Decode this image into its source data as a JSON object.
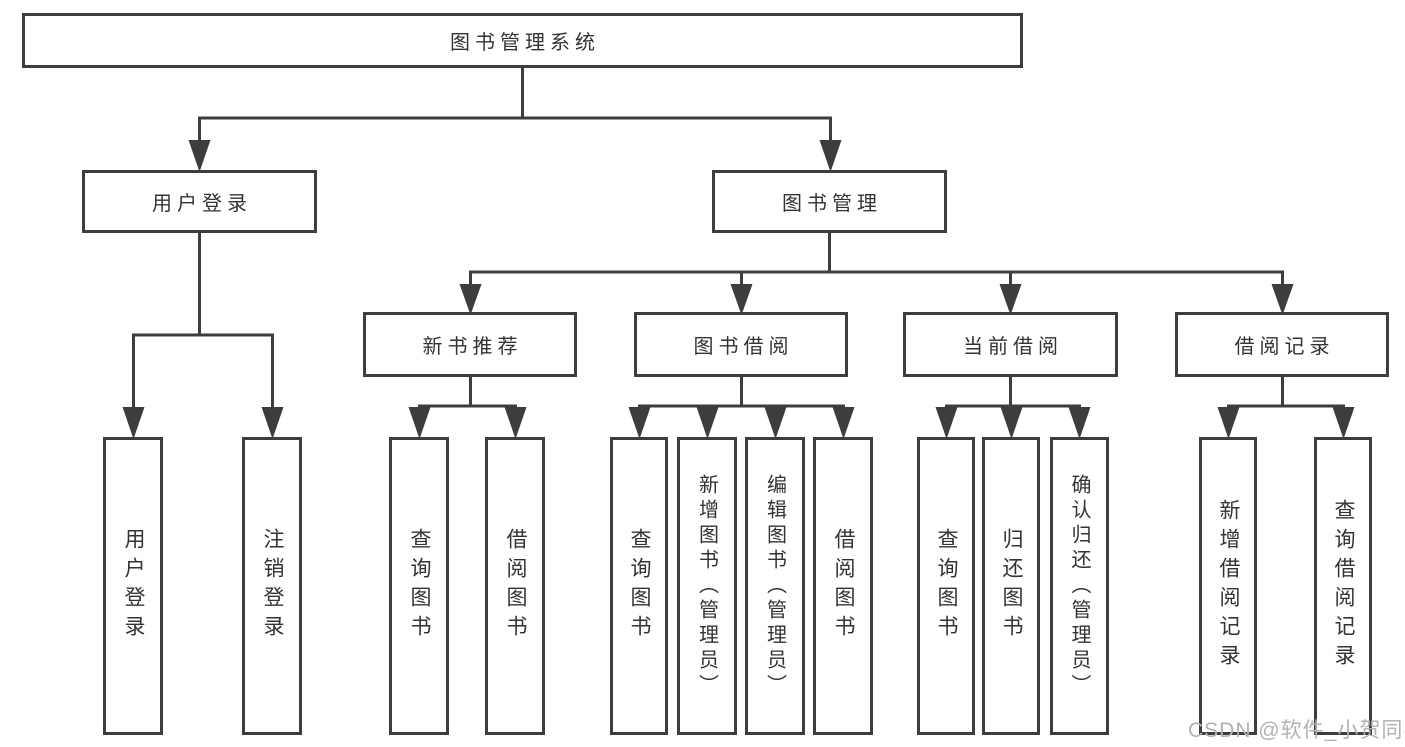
{
  "diagram": {
    "type": "hierarchy-tree",
    "title": "图书管理系统",
    "watermark": "CSDN @软件_小贺同学",
    "colors": {
      "line": "#3d3d3d",
      "box_border": "#3d3d3d",
      "text": "#333333",
      "background": "#ffffff",
      "watermark": "#b2b2b2"
    },
    "nodes": {
      "root": {
        "label": "图书管理系统"
      },
      "user_login": {
        "label": "用户登录"
      },
      "book_mgmt": {
        "label": "图书管理"
      },
      "new_book_rec": {
        "label": "新书推荐"
      },
      "book_borrow": {
        "label": "图书借阅"
      },
      "current_borrow": {
        "label": "当前借阅"
      },
      "borrow_records": {
        "label": "借阅记录"
      },
      "login_leaf": {
        "label": "用户登录"
      },
      "logout_leaf": {
        "label": "注销登录"
      },
      "rec_query_books": {
        "label": "查询图书"
      },
      "rec_borrow_books": {
        "label": "借阅图书"
      },
      "bb_query_books": {
        "label": "查询图书"
      },
      "bb_add_books": {
        "label": "新增图书（管理员）"
      },
      "bb_edit_books": {
        "label": "编辑图书（管理员）"
      },
      "bb_borrow_books": {
        "label": "借阅图书"
      },
      "cb_query_books": {
        "label": "查询图书"
      },
      "cb_return_books": {
        "label": "归还图书"
      },
      "cb_confirm_return": {
        "label": "确认归还（管理员）"
      },
      "br_add_record": {
        "label": "新增借阅记录"
      },
      "br_query_record": {
        "label": "查询借阅记录"
      }
    },
    "edges": [
      [
        "图书管理系统",
        "用户登录"
      ],
      [
        "图书管理系统",
        "图书管理"
      ],
      [
        "用户登录",
        "用户登录"
      ],
      [
        "用户登录",
        "注销登录"
      ],
      [
        "图书管理",
        "新书推荐"
      ],
      [
        "图书管理",
        "图书借阅"
      ],
      [
        "图书管理",
        "当前借阅"
      ],
      [
        "图书管理",
        "借阅记录"
      ],
      [
        "新书推荐",
        "查询图书"
      ],
      [
        "新书推荐",
        "借阅图书"
      ],
      [
        "图书借阅",
        "查询图书"
      ],
      [
        "图书借阅",
        "新增图书（管理员）"
      ],
      [
        "图书借阅",
        "编辑图书（管理员）"
      ],
      [
        "图书借阅",
        "借阅图书"
      ],
      [
        "当前借阅",
        "查询图书"
      ],
      [
        "当前借阅",
        "归还图书"
      ],
      [
        "当前借阅",
        "确认归还（管理员）"
      ],
      [
        "借阅记录",
        "新增借阅记录"
      ],
      [
        "借阅记录",
        "查询借阅记录"
      ]
    ]
  }
}
